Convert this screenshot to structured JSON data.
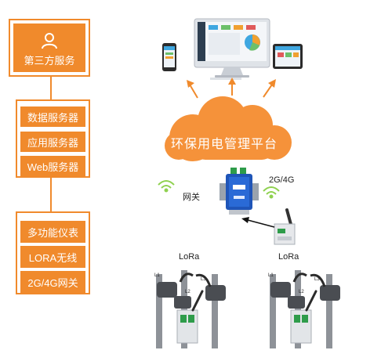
{
  "left_panel": {
    "third_party": "第三方服务",
    "servers": [
      "数据服务器",
      "应用服务器",
      "Web服务器"
    ],
    "devices": [
      "多功能仪表",
      "LORA无线",
      "2G/4G网关"
    ]
  },
  "platform": {
    "cloud_label": "环保用电管理平台"
  },
  "network": {
    "gateway_label": "网关",
    "cellular_label": "2G/4G",
    "lora_left": "LoRa",
    "lora_right": "LoRa"
  },
  "meters": {
    "label_l1": "L1",
    "label_l2": "L2",
    "label_l3": "L3"
  },
  "colors": {
    "accent": "#f08a2c",
    "cloud": "#f5923a"
  }
}
